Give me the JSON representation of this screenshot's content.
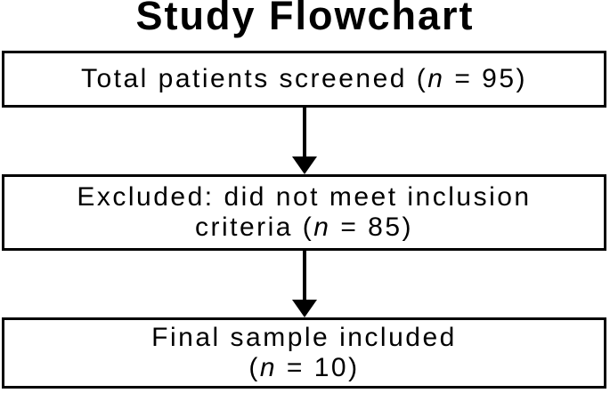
{
  "title": "Study Flowchart",
  "colors": {
    "ink": "#000000",
    "background": "#ffffff"
  },
  "icons": {
    "flow_arrow": "arrow-down"
  },
  "boxes": [
    {
      "id": "total-screened",
      "lines": [
        {
          "pre": "Total patients screened (",
          "italic": "n",
          "post": " = 95)"
        }
      ]
    },
    {
      "id": "excluded",
      "lines": [
        {
          "pre": "Excluded: did not meet inclusion",
          "italic": "",
          "post": ""
        },
        {
          "pre": "criteria (",
          "italic": "n",
          "post": " = 85)"
        }
      ]
    },
    {
      "id": "final-sample",
      "lines": [
        {
          "pre": "Final sample included",
          "italic": "",
          "post": ""
        },
        {
          "pre": "(",
          "italic": "n",
          "post": " = 10)"
        }
      ]
    }
  ]
}
